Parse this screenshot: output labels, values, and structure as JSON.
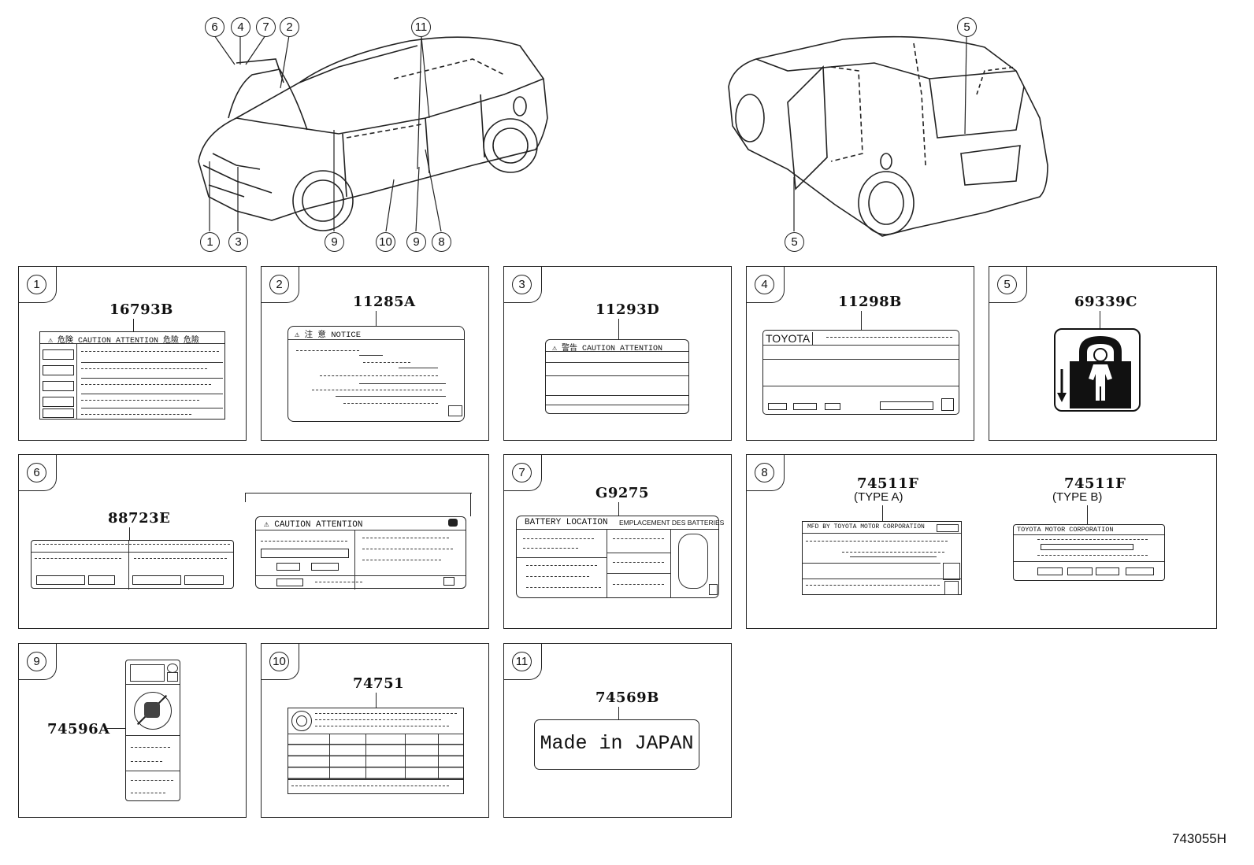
{
  "callouts_top": {
    "front": [
      "6",
      "4",
      "7",
      "2",
      "11",
      "1",
      "3",
      "9",
      "10",
      "9",
      "8"
    ],
    "rear": [
      "5",
      "5"
    ]
  },
  "panels": [
    {
      "num": "1",
      "part": "16793B",
      "header": "⚠ 危険 CAUTION ATTENTION 危險 危險"
    },
    {
      "num": "2",
      "part": "11285A",
      "header": "⚠ 注 意 NOTICE"
    },
    {
      "num": "3",
      "part": "11293D",
      "header": "⚠ 警告 CAUTION ATTENTION"
    },
    {
      "num": "4",
      "part": "11298B",
      "header": "TOYOTA"
    },
    {
      "num": "5",
      "part": "69339C"
    },
    {
      "num": "6",
      "part": "88723E",
      "header": "⚠ CAUTION ATTENTION"
    },
    {
      "num": "7",
      "part": "G9275",
      "header_left": "BATTERY LOCATION",
      "header_right": "EMPLACEMENT DES BATTERIES"
    },
    {
      "num": "8",
      "part_a": "74511F",
      "type_a": "(TYPE A)",
      "part_b": "74511F",
      "type_b": "(TYPE B)",
      "header_a": "MFD BY TOYOTA MOTOR CORPORATION",
      "header_b": "TOYOTA MOTOR CORPORATION"
    },
    {
      "num": "9",
      "part": "74596A"
    },
    {
      "num": "10",
      "part": "74751"
    },
    {
      "num": "11",
      "part": "74569B",
      "label_text": "Made in JAPAN"
    }
  ],
  "figure_code": "743055H"
}
